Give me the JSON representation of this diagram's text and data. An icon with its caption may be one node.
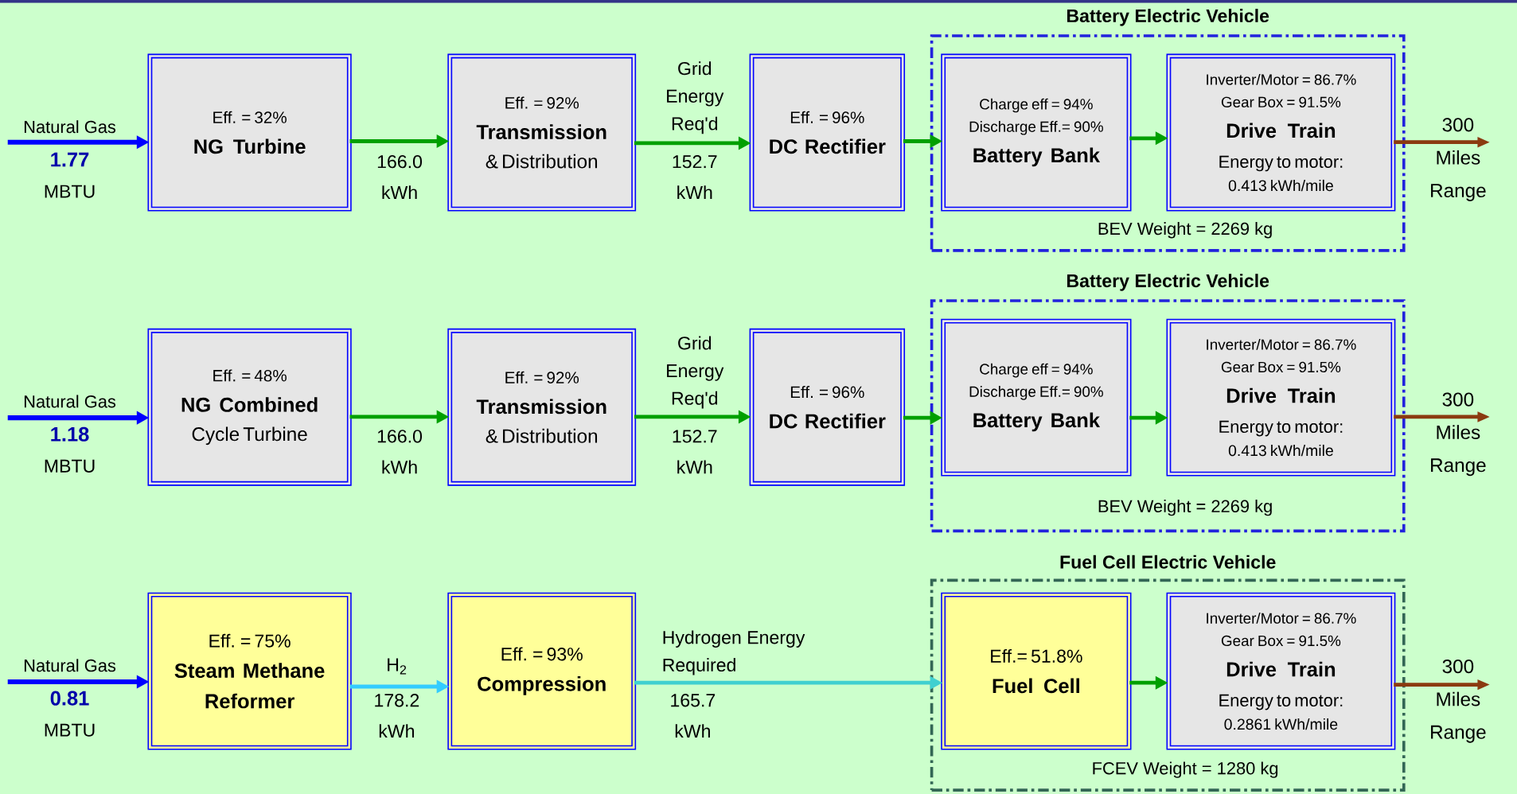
{
  "diagram": {
    "nodes": [
      {
        "text": [
          "Eff. = 32%",
          "NG Turbine"
        ]
      },
      {
        "text": [
          "Eff. = 92%",
          "Transmission",
          "& Distribution"
        ]
      },
      {
        "text": [
          "Eff. = 96%",
          "DC Rectifier"
        ]
      },
      {
        "text": [
          "Battery Electric Vehicle",
          "BEV Weight = 2269 kg"
        ]
      },
      {
        "text": [
          "Charge eff = 94%",
          "Discharge Eff.= 90%",
          "Battery Bank"
        ],
        "in": 3
      },
      {
        "text": [
          "Inverter/Motor = 86.7%",
          "Gear Box = 91.5%",
          "Drive Train",
          "Energy to motor:",
          "0.413 kWh/mile"
        ],
        "in": 3
      },
      {
        "text": [
          "Eff. = 48%",
          "NG Combined",
          "Cycle Turbine"
        ]
      },
      {
        "text": [
          "Eff. = 92%",
          "Transmission",
          "& Distribution"
        ]
      },
      {
        "text": [
          "Eff. = 96%",
          "DC Rectifier"
        ]
      },
      {
        "text": [
          "Battery Electric Vehicle",
          "BEV Weight = 2269 kg"
        ]
      },
      {
        "text": [
          "Charge eff = 94%",
          "Discharge Eff.= 90%",
          "Battery Bank"
        ],
        "in": 9
      },
      {
        "text": [
          "Inverter/Motor = 86.7%",
          "Gear Box = 91.5%",
          "Drive Train",
          "Energy to motor:",
          "0.413 kWh/mile"
        ],
        "in": 9
      },
      {
        "text": [
          "Eff. = 75%",
          "Steam Methane Reformer"
        ]
      },
      {
        "text": [
          "Eff. = 93%",
          "Compression"
        ]
      },
      {
        "text": [
          "Fuel Cell Electric Vehicle",
          "FCEV Weight = 1280 kg"
        ]
      },
      {
        "text": [
          "Eff.= 51.8%",
          "Fuel Cell"
        ],
        "in": 14
      },
      {
        "text": [
          "Inverter/Motor = 86.7%",
          "Gear Box = 91.5%",
          "Drive Train",
          "Energy to motor:",
          "0.2861 kWh/mile"
        ],
        "in": 14
      },
      {
        "text": [
          "300 Miles Range"
        ]
      },
      {
        "text": [
          "300 Miles Range"
        ]
      },
      {
        "text": [
          "300 Miles Range"
        ]
      }
    ],
    "edges": [
      {
        "from": null,
        "to": 0,
        "arrow": "to",
        "color": "#0000ff"
      },
      {
        "from": 0,
        "to": 1,
        "arrow": "to",
        "label": "166.0 kWh"
      },
      {
        "from": 1,
        "to": 2,
        "arrow": "to",
        "label": "152.7 kWh"
      },
      {
        "from": 2,
        "to": 4,
        "arrow": "to"
      },
      {
        "from": 4,
        "to": 5,
        "arrow": "to"
      },
      {
        "from": 5,
        "to": 17,
        "arrow": "to",
        "color": "#8b3a10"
      },
      {
        "from": null,
        "to": 6,
        "arrow": "to",
        "color": "#0000ff"
      },
      {
        "from": 6,
        "to": 7,
        "arrow": "to",
        "label": "166.0 kWh"
      },
      {
        "from": 7,
        "to": 8,
        "arrow": "to",
        "label": "152.7 kWh"
      },
      {
        "from": 8,
        "to": 10,
        "arrow": "to"
      },
      {
        "from": 10,
        "to": 11,
        "arrow": "to"
      },
      {
        "from": 11,
        "to": 18,
        "arrow": "to",
        "color": "#8b3a10"
      },
      {
        "from": null,
        "to": 12,
        "arrow": "to",
        "color": "#0000ff"
      },
      {
        "from": 12,
        "to": 13,
        "arrow": "to",
        "label": "178.2 kWh",
        "color": "#33ccff"
      },
      {
        "from": 13,
        "to": 15,
        "arrow": "to",
        "label": "165.7 kWh",
        "color": "#40d0d0"
      },
      {
        "from": 15,
        "to": 16,
        "arrow": "to"
      },
      {
        "from": 16,
        "to": 19,
        "arrow": "to",
        "color": "#8b3a10"
      }
    ],
    "labels": [
      "Natural Gas",
      "1.77",
      "MBTU",
      "Grid Energy Req'd",
      "Natural Gas",
      "1.18",
      "MBTU",
      "Grid Energy Req'd",
      "Natural Gas",
      "0.81",
      "MBTU",
      "H$_{2}$",
      "Hydrogen Energy Required"
    ]
  }
}
